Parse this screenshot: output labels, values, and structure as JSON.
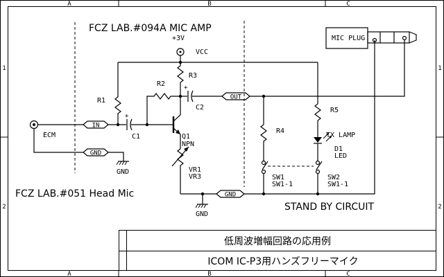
{
  "frame": {
    "zones_top": [
      "A",
      "B",
      "C"
    ],
    "zones_side": [
      "1",
      "2"
    ]
  },
  "titles": {
    "mic_amp": "FCZ LAB.#094A  MIC AMP",
    "head_mic": "FCZ LAB.#051 Head Mic",
    "standby": "STAND BY CIRCUIT"
  },
  "title_block": {
    "line1": "低周波増幅回路の応用例",
    "line2": "ICOM IC-P3用ハンズフリーマイク"
  },
  "labels": {
    "vplus": "+3V",
    "vcc": "VCC",
    "r1": "R1",
    "r2": "R2",
    "r3": "R3",
    "r4": "R4",
    "r5": "R5",
    "c1": "C1",
    "c2": "C2",
    "q1_name": "Q1",
    "q1_type": "NPN",
    "vr1": "VR1",
    "vr3": "VR3",
    "ecm": "ECM",
    "in_tag": "IN",
    "out_tag": "OUT",
    "gnd_tag_left": "GND",
    "gnd_tag_mid": "GND",
    "gnd_sym_left": "GND",
    "gnd_sym_mid": "GND",
    "mic_plug": "MIC PLUG",
    "tx_lamp": "TX LAMP",
    "d1_name": "D1",
    "d1_type": "LED",
    "sw1_name": "SW1",
    "sw1_part": "SW1-1",
    "sw2_name": "SW2",
    "sw2_part": "SW1-1"
  }
}
